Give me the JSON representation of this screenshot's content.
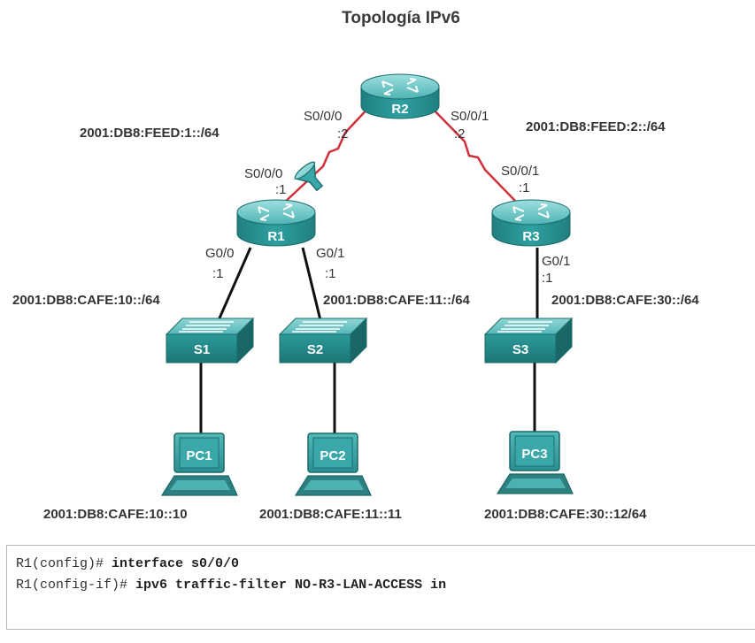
{
  "title": "Topología IPv6",
  "routers": [
    {
      "name": "R2"
    },
    {
      "name": "R1"
    },
    {
      "name": "R3"
    }
  ],
  "switches": [
    {
      "name": "S1"
    },
    {
      "name": "S2"
    },
    {
      "name": "S3"
    }
  ],
  "pcs": [
    {
      "name": "PC1",
      "address": "2001:DB8:CAFE:10::10"
    },
    {
      "name": "PC2",
      "address": "2001:DB8:CAFE:11::11"
    },
    {
      "name": "PC3",
      "address": "2001:DB8:CAFE:30::12/64"
    }
  ],
  "networks": {
    "r1_r2": "2001:DB8:FEED:1::/64",
    "r2_r3": "2001:DB8:FEED:2::/64",
    "lan_s1": "2001:DB8:CAFE:10::/64",
    "lan_s2": "2001:DB8:CAFE:11::/64",
    "lan_s3": "2001:DB8:CAFE:30::/64"
  },
  "interfaces": {
    "r2_left": {
      "name": "S0/0/0",
      "host": ":2"
    },
    "r2_right": {
      "name": "S0/0/1",
      "host": ":2"
    },
    "r1_serial": {
      "name": "S0/0/0",
      "host": ":1"
    },
    "r3_serial": {
      "name": "S0/0/1",
      "host": ":1"
    },
    "r1_g00": {
      "name": "G0/0",
      "host": ":1"
    },
    "r1_g01": {
      "name": "G0/1",
      "host": ":1"
    },
    "r3_g01": {
      "name": "G0/1",
      "host": ":1"
    }
  },
  "cli": [
    {
      "prompt": "R1(config)# ",
      "command": "interface s0/0/0"
    },
    {
      "prompt": "R1(config-if)# ",
      "command": "ipv6 traffic-filter NO-R3-LAN-ACCESS in"
    }
  ],
  "colors": {
    "device_teal": "#2a8f90",
    "device_top": "#7fcfcf",
    "serial_link": "#d0303a",
    "ethernet_link": "#111111"
  }
}
